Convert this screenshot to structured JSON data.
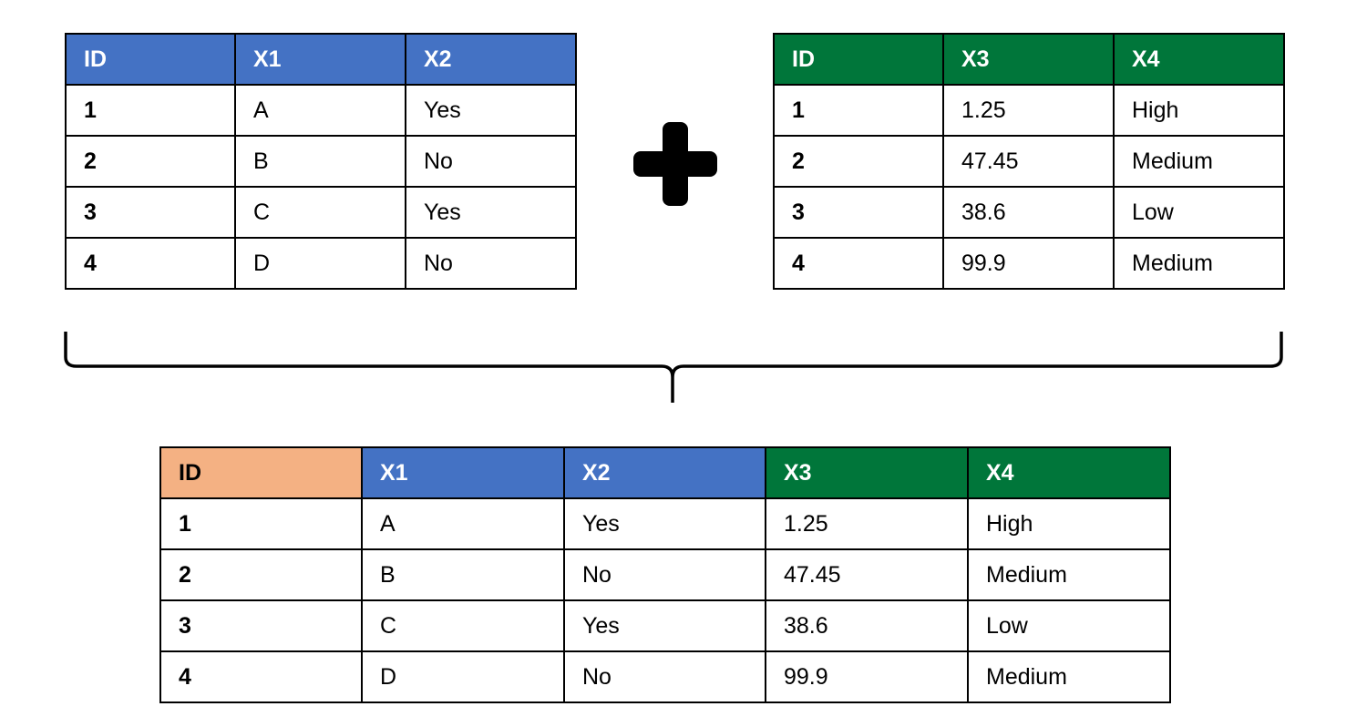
{
  "colors": {
    "blue": "#4472C4",
    "green": "#00763A",
    "orange": "#F4B183"
  },
  "left_table": {
    "headers": [
      "ID",
      "X1",
      "X2"
    ],
    "rows": [
      [
        "1",
        "A",
        "Yes"
      ],
      [
        "2",
        "B",
        "No"
      ],
      [
        "3",
        "C",
        "Yes"
      ],
      [
        "4",
        "D",
        "No"
      ]
    ]
  },
  "right_table": {
    "headers": [
      "ID",
      "X3",
      "X4"
    ],
    "rows": [
      [
        "1",
        "1.25",
        "High"
      ],
      [
        "2",
        "47.45",
        "Medium"
      ],
      [
        "3",
        "38.6",
        "Low"
      ],
      [
        "4",
        "99.9",
        "Medium"
      ]
    ]
  },
  "merged_table": {
    "headers": [
      "ID",
      "X1",
      "X2",
      "X3",
      "X4"
    ],
    "rows": [
      [
        "1",
        "A",
        "Yes",
        "1.25",
        "High"
      ],
      [
        "2",
        "B",
        "No",
        "47.45",
        "Medium"
      ],
      [
        "3",
        "C",
        "Yes",
        "38.6",
        "Low"
      ],
      [
        "4",
        "D",
        "No",
        "99.9",
        "Medium"
      ]
    ]
  },
  "icons": {
    "join": "plus-icon",
    "combine": "brace-icon"
  }
}
